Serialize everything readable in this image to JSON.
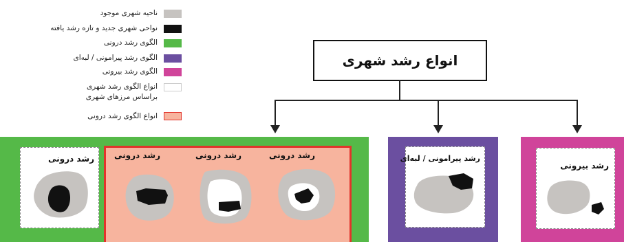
{
  "legend": {
    "items": [
      {
        "label": "ناحیه شهری موجود",
        "color": "#c6c3c0"
      },
      {
        "label": "نواحی شهری جدید و تازه رشد یافته",
        "color": "#111111"
      },
      {
        "label": "الگوی رشد درونی",
        "color": "#55b948"
      },
      {
        "label": "الگوی رشد پیرامونی / لبه‌ای",
        "color": "#6b4fa0"
      },
      {
        "label": "الگوی رشد بیرونی",
        "color": "#d0449a"
      },
      {
        "label": "انواع الگوی رشد شهری",
        "label2": "براساس مرزهای شهری",
        "color": "#ffffff"
      },
      {
        "label": "انواع الگوی رشد درونی",
        "color": "#f7b49e"
      }
    ]
  },
  "diagram": {
    "title": "انواع رشد شهری",
    "panels": {
      "green_label": "رشد درونی",
      "salmon_labels": [
        "رشد درونی",
        "رشد درونی",
        "رشد درونی"
      ],
      "purple_label": "رشد پیرامونی / لبه‌ای",
      "pink_label": "رشد بیرونی"
    },
    "colors": {
      "green": "#55b948",
      "salmon_fill": "#f7b49e",
      "salmon_border": "#e2332b",
      "purple": "#6b4fa0",
      "pink": "#d0449a",
      "gray": "#c6c3c0",
      "black": "#111111"
    }
  }
}
